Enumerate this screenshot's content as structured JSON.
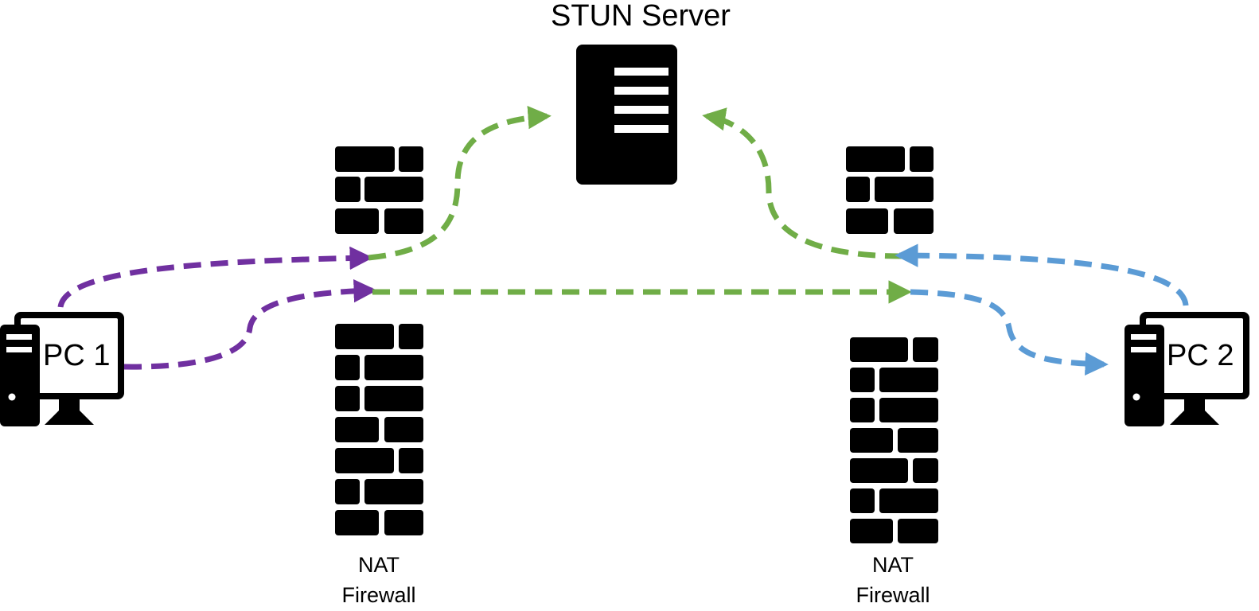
{
  "server": {
    "title": "STUN Server",
    "icon": "server-icon"
  },
  "pc1": {
    "label": "PC 1",
    "icon": "computer-icon"
  },
  "pc2": {
    "label": "PC 2",
    "icon": "computer-icon"
  },
  "firewall_left": {
    "line1": "NAT",
    "line2": "Firewall",
    "icon": "brick-wall-icon"
  },
  "firewall_right": {
    "line1": "NAT",
    "line2": "Firewall",
    "icon": "brick-wall-icon"
  },
  "colors": {
    "pc1_path": "#7030a0",
    "pc2_path": "#5b9bd5",
    "traversal_path": "#70ad47",
    "icon": "#000000"
  }
}
